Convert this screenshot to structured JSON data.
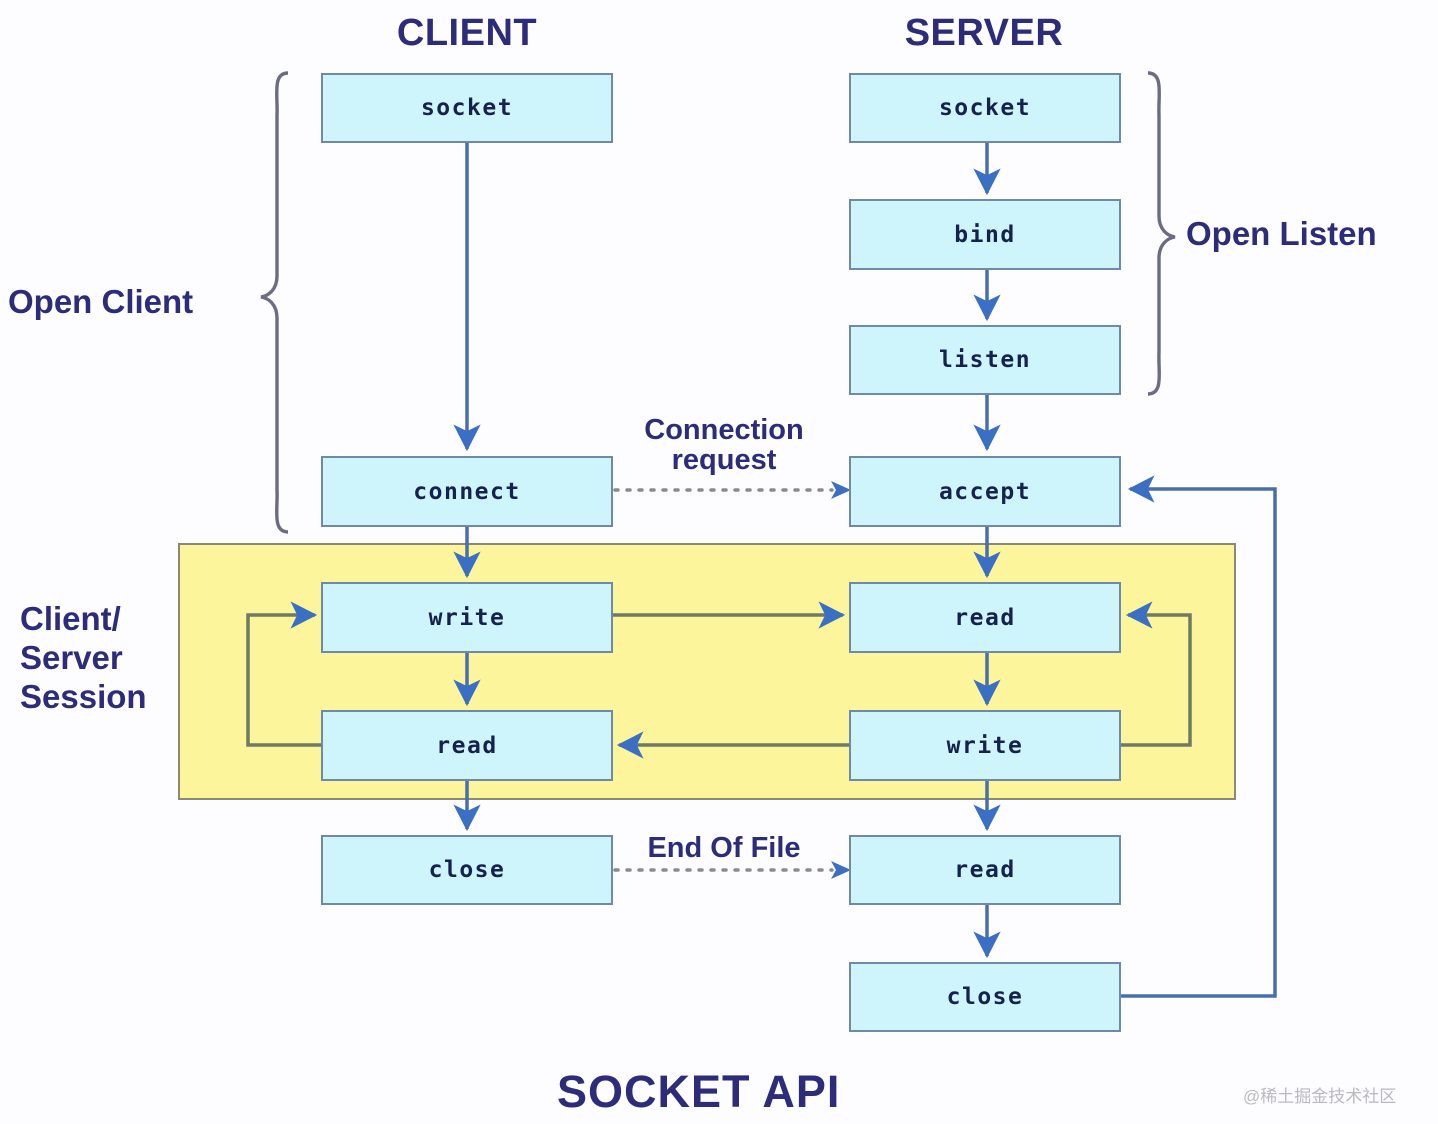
{
  "diagram": {
    "title": "SOCKET API",
    "watermark": "@稀土掘金技术社区",
    "columns": {
      "client": "CLIENT",
      "server": "SERVER"
    },
    "annotations": {
      "open_client": "Open Client",
      "open_listen": "Open Listen",
      "session": "Client/\nServer\nSession",
      "connection_request": "Connection\nrequest",
      "end_of_file": "End Of File"
    },
    "colors": {
      "node_fill": "#cdf5fb",
      "node_border": "#6f8aa8",
      "session_fill": "#fcf59b",
      "session_border": "#8a8a72",
      "text": "#16224e",
      "label_text": "#2c2c7a",
      "arrow": "#3a6fc4",
      "wire": "#6f7a64"
    },
    "client_nodes": [
      {
        "id": "client-socket",
        "label": "socket"
      },
      {
        "id": "client-connect",
        "label": "connect"
      },
      {
        "id": "client-write",
        "label": "write"
      },
      {
        "id": "client-read",
        "label": "read"
      },
      {
        "id": "client-close",
        "label": "close"
      }
    ],
    "server_nodes": [
      {
        "id": "server-socket",
        "label": "socket"
      },
      {
        "id": "server-bind",
        "label": "bind"
      },
      {
        "id": "server-listen",
        "label": "listen"
      },
      {
        "id": "server-accept",
        "label": "accept"
      },
      {
        "id": "server-read",
        "label": "read"
      },
      {
        "id": "server-write",
        "label": "write"
      },
      {
        "id": "server-read2",
        "label": "read"
      },
      {
        "id": "server-close",
        "label": "close"
      }
    ]
  }
}
